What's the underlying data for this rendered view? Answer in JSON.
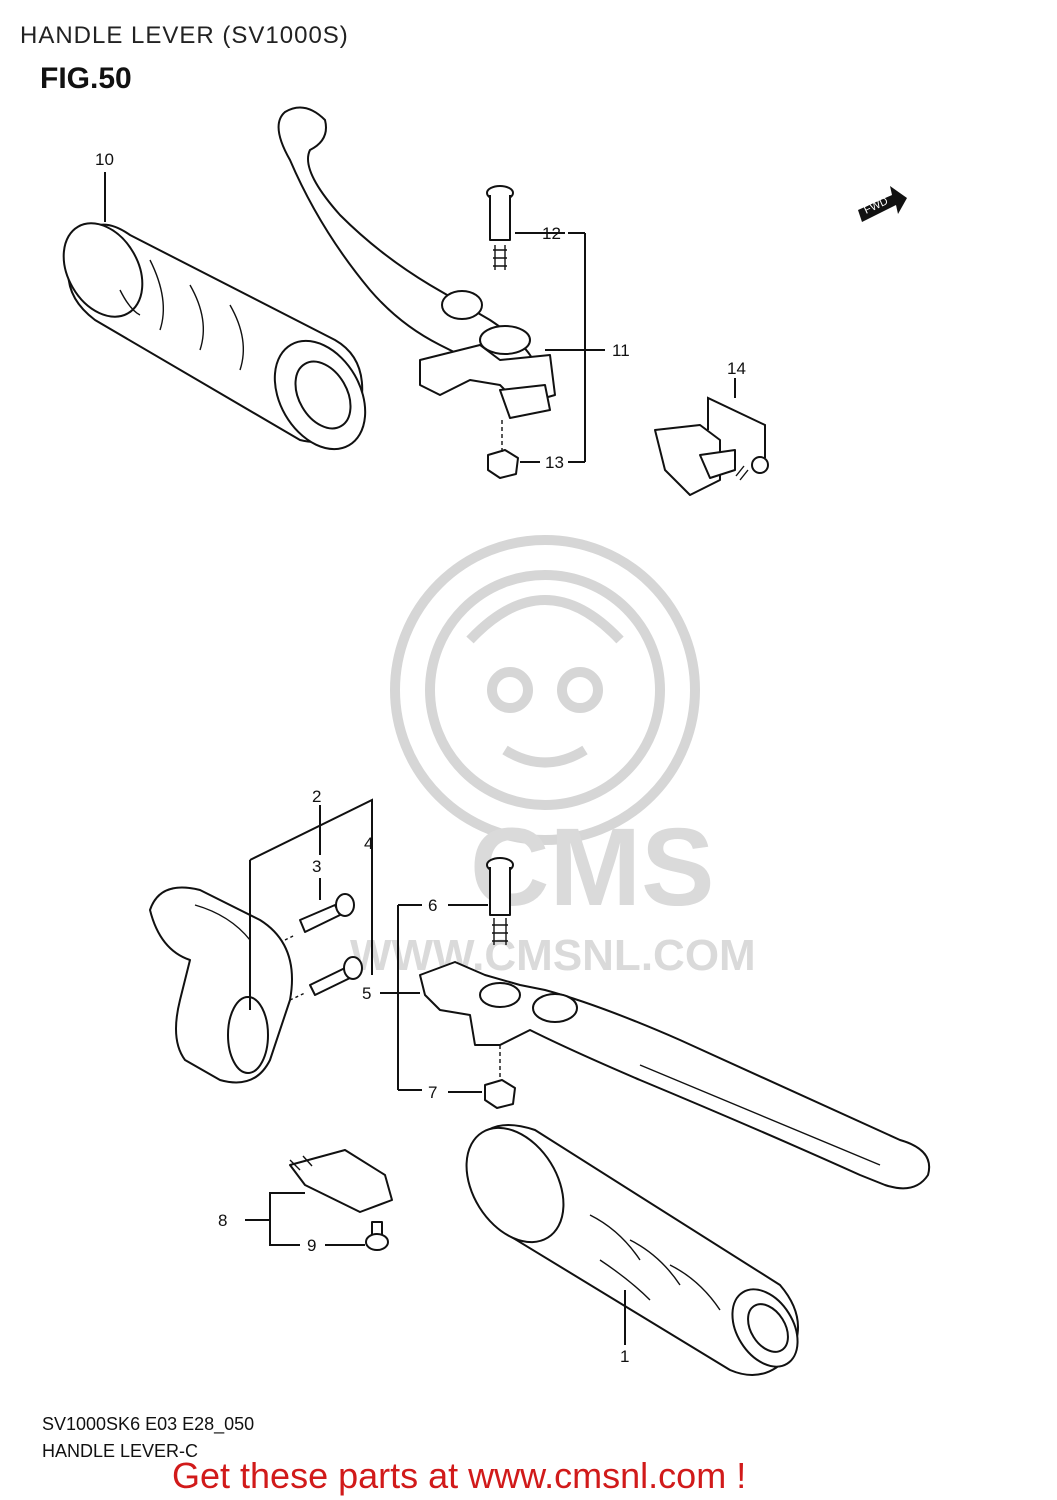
{
  "header": {
    "title": "HANDLE LEVER (SV1000S)",
    "figure": "FIG.50"
  },
  "footer": {
    "model_code": "SV1000SK6 E03 E28_050",
    "subtitle": "HANDLE LEVER-C",
    "promo": "Get these parts at www.cmsnl.com !"
  },
  "watermark": {
    "brand": "CMS",
    "url": "WWW.CMSNL.COM"
  },
  "fwd_label": "FWD",
  "callouts": {
    "c1": "1",
    "c2": "2",
    "c3": "3",
    "c4": "4",
    "c5": "5",
    "c6": "6",
    "c7": "7",
    "c8": "8",
    "c9": "9",
    "c10": "10",
    "c11": "11",
    "c12": "12",
    "c13": "13",
    "c14": "14"
  },
  "colors": {
    "promo": "#d11a1a",
    "line": "#111111",
    "watermark": "#d6d6d6"
  }
}
